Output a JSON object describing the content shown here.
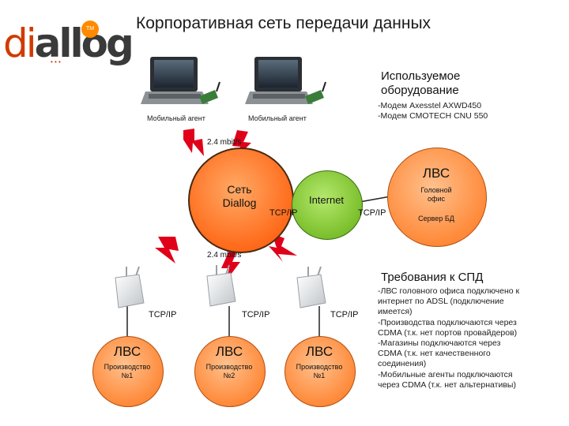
{
  "logo": {
    "part1": "di",
    "part2": "allog",
    "badge": "TM",
    "sub": "• • •"
  },
  "title": "Корпоративная сеть передачи данных",
  "agents": [
    {
      "label": "Мобильный агент"
    },
    {
      "label": "Мобильный агент"
    }
  ],
  "equipment": {
    "title_line1": "Используемое",
    "title_line2": "оборудование",
    "items": [
      "-Модем Axesstel  AXWD450",
      "-Модем CMOTECH CNU 550"
    ]
  },
  "rates": {
    "top": "2.4 mbit/s",
    "bottom": "2.4 mbit/s"
  },
  "core": {
    "line1": "Сеть",
    "line2": "Diallog"
  },
  "internet": {
    "label": "Internet"
  },
  "protocols": {
    "core_internet": "TCP/IP",
    "internet_lvs": "TCP/IP",
    "branch1": "TCP/IP",
    "branch2": "TCP/IP",
    "branch3": "TCP/IP"
  },
  "main_lvs": {
    "title": "ЛВС",
    "sub_line1": "Головной",
    "sub_line2": "офис",
    "server": "Сервер БД"
  },
  "branches": [
    {
      "title": "ЛВС",
      "sub_line1": "Производство",
      "sub_line2": "№1"
    },
    {
      "title": "ЛВС",
      "sub_line1": "Производство",
      "sub_line2": "№2"
    },
    {
      "title": "ЛВС",
      "sub_line1": "Производство",
      "sub_line2": "№1"
    }
  ],
  "requirements": {
    "title": "Требования к СПД",
    "lines": [
      "-ЛВС головного офиса подключено к",
      "интернет по ADSL (подключение",
      "имеется)",
      "-Производства подключаются через",
      "CDMA (т.к. нет портов провайдеров)",
      "-Магазины подключаются через",
      "CDMA (т.к. нет качественного",
      "соединения)",
      "-Мобильные агенты подключаются",
      "через CDMA (т.к. нет альтернативы)"
    ]
  },
  "colors": {
    "orange": "#ff6a1a",
    "green": "#7bbf2c",
    "lightning": "#e0001a",
    "brand": "#d13a00"
  }
}
